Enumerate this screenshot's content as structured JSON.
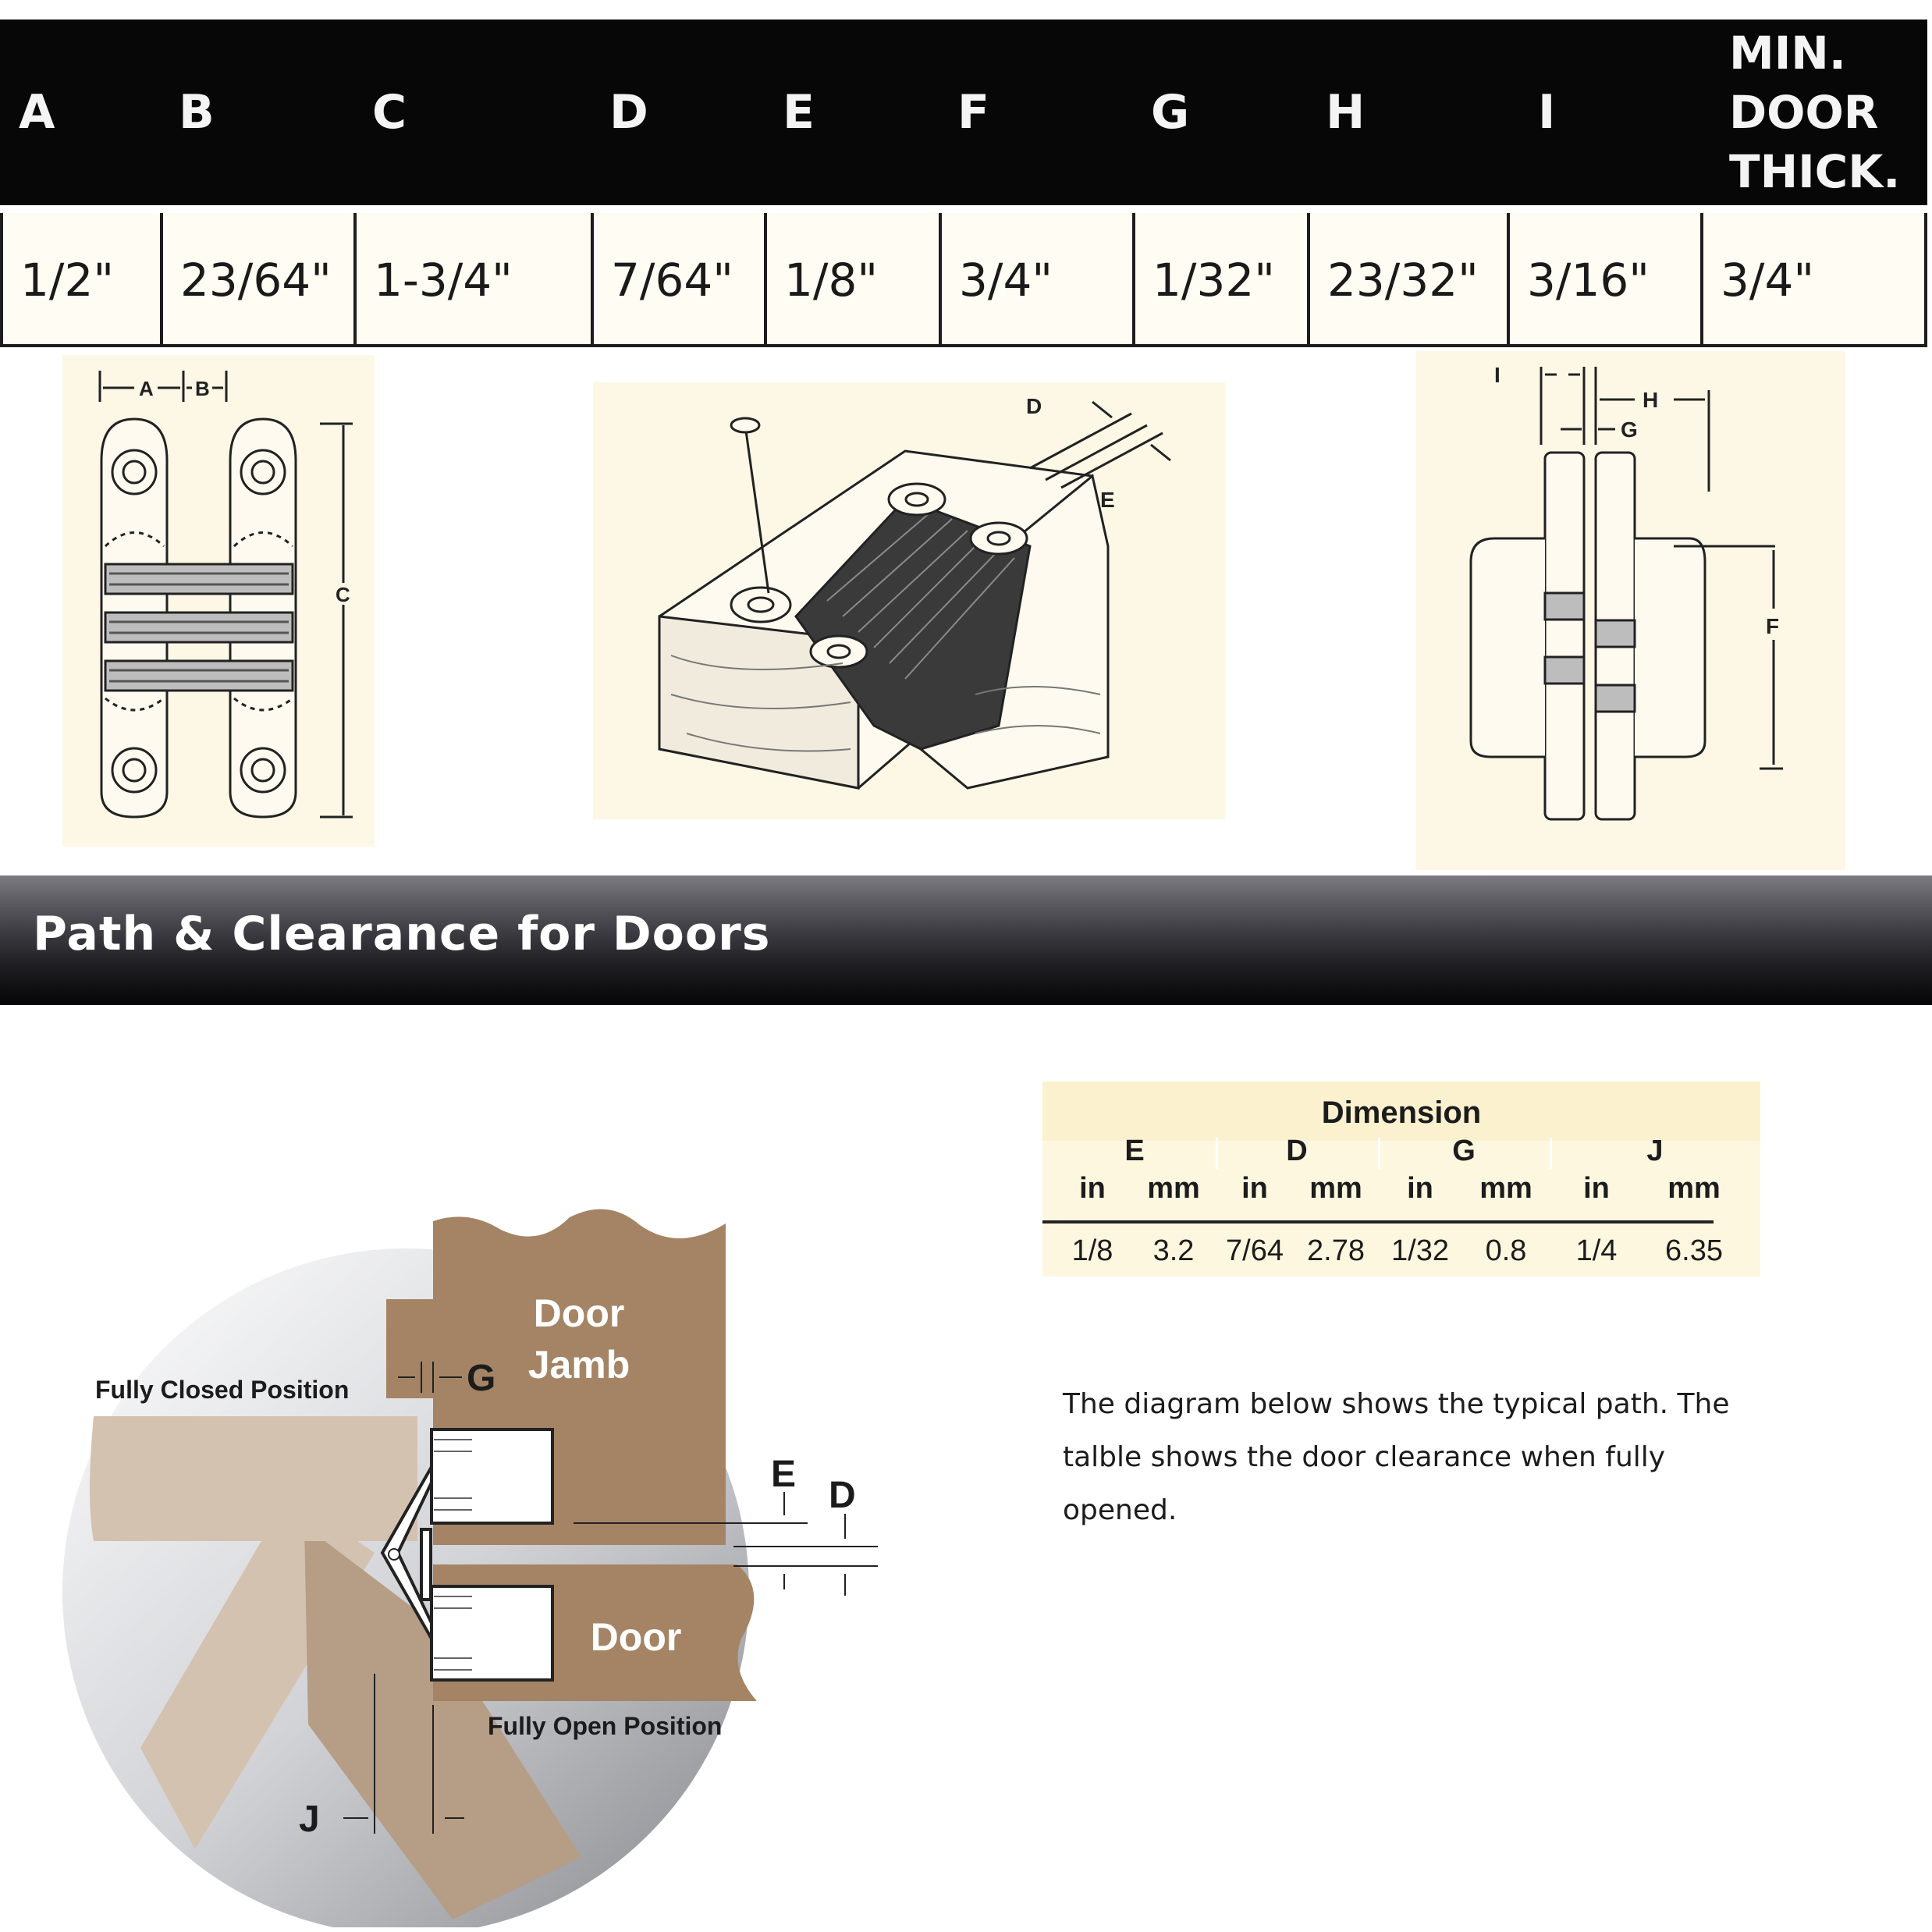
{
  "spec_table": {
    "headers": [
      "A",
      "B",
      "C",
      "D",
      "E",
      "F",
      "G",
      "H",
      "I"
    ],
    "last_header": [
      "MIN.",
      "DOOR",
      "THICK."
    ],
    "values": [
      "1/2\"",
      "23/64\"",
      "1-3/4\"",
      "7/64\"",
      "1/8\"",
      "3/4\"",
      "1/32\"",
      "23/32\"",
      "3/16\"",
      "3/4\""
    ]
  },
  "drawings": {
    "front_labels": {
      "a": "A",
      "b": "B",
      "c": "C"
    },
    "iso_labels": {
      "d": "D",
      "e": "E"
    },
    "side_labels": {
      "i": "I",
      "h": "H",
      "g": "G",
      "f": "F"
    }
  },
  "banner": {
    "title": "Path & Clearance for Doors"
  },
  "dimension_table": {
    "title": "Dimension",
    "groups": [
      "E",
      "D",
      "G",
      "J"
    ],
    "units": [
      "in",
      "mm",
      "in",
      "mm",
      "in",
      "mm",
      "in",
      "mm"
    ],
    "values": [
      "1/8",
      "3.2",
      "7/64",
      "2.78",
      "1/32",
      "0.8",
      "1/4",
      "6.35"
    ]
  },
  "description": "The diagram below shows the typical path. The talble shows the door clearance when fully opened.",
  "clearance_diagram": {
    "door_jamb_line1": "Door",
    "door_jamb_line2": "Jamb",
    "door": "Door",
    "fully_closed": "Fully Closed Position",
    "fully_open": "Fully Open Position",
    "g": "G",
    "e": "E",
    "d": "D",
    "j": "J"
  }
}
